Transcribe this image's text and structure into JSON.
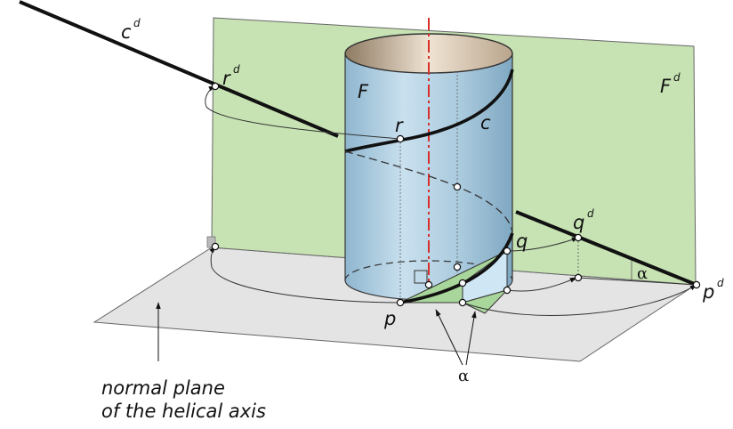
{
  "labels": {
    "c": "c",
    "r": "r",
    "q": "q",
    "p": "p",
    "F": "F",
    "d": "d",
    "alpha": "α"
  },
  "caption": {
    "line1": "normal plane",
    "line2": "of the helical axis"
  },
  "colors": {
    "developed_plane": "#c7e3b4",
    "normal_plane": "#e4e4e4",
    "cylinder": "#b7d4e6",
    "axis": "#d9302c",
    "triangle": "#a9d69a",
    "triangle_blue": "#cfe6f5"
  }
}
